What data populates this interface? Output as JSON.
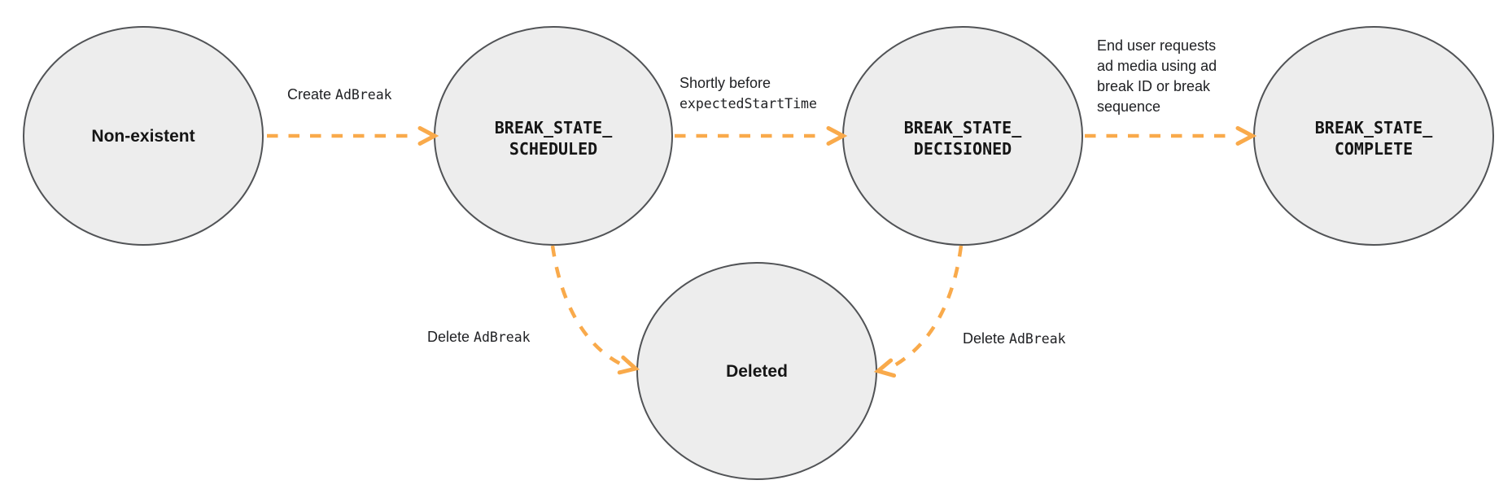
{
  "colors": {
    "arrow": "#F9AA4B",
    "node_fill": "#EDEDED",
    "node_border": "#515356",
    "node_text": "#151515",
    "label_text": "#202124"
  },
  "nodes": {
    "non_existent": {
      "label": "Non-existent"
    },
    "scheduled": {
      "line1": "BREAK_STATE_",
      "line2": "SCHEDULED"
    },
    "decisioned": {
      "line1": "BREAK_STATE_",
      "line2": "DECISIONED"
    },
    "complete": {
      "line1": "BREAK_STATE_",
      "line2": "COMPLETE"
    },
    "deleted": {
      "label": "Deleted"
    }
  },
  "edges": {
    "create": {
      "plain": "Create ",
      "code": "AdBreak"
    },
    "shortly": {
      "plain": "Shortly before",
      "code": "expectedStartTime"
    },
    "end_user": {
      "lines": [
        "End user requests",
        "ad media using ad",
        "break ID or break",
        "sequence"
      ]
    },
    "delete_left": {
      "plain": "Delete ",
      "code": "AdBreak"
    },
    "delete_right": {
      "plain": "Delete ",
      "code": "AdBreak"
    }
  }
}
